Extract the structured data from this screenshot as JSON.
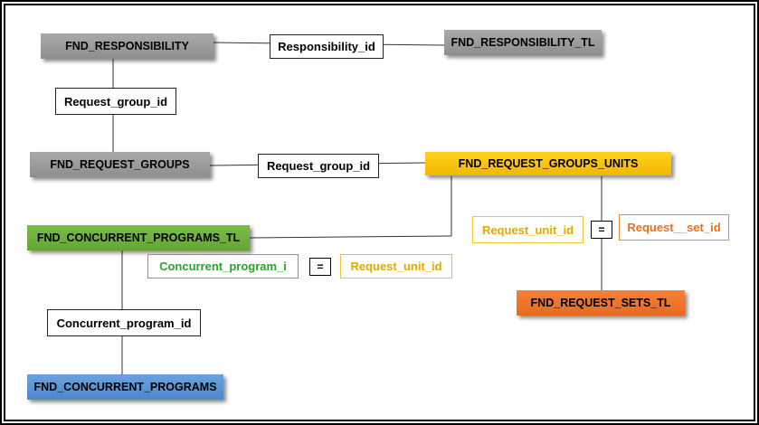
{
  "tables": {
    "fnd_responsibility": "FND_RESPONSIBILITY",
    "fnd_responsibility_tl": "FND_RESPONSIBILITY_TL",
    "fnd_request_groups": "FND_REQUEST_GROUPS",
    "fnd_request_groups_units": "FND_REQUEST_GROUPS_UNITS",
    "fnd_concurrent_programs_tl": "FND_CONCURRENT_PROGRAMS_TL",
    "fnd_request_sets_tl": "FND_REQUEST_SETS_TL",
    "fnd_concurrent_programs": "FND_CONCURRENT_PROGRAMS"
  },
  "joins": {
    "responsibility_id": "Responsibility_id",
    "request_group_id_vertical": "Request_group_id",
    "request_group_id_horizontal": "Request_group_id",
    "concurrent_program_id": "Concurrent_program_id"
  },
  "conditions": {
    "program": {
      "left": "Concurrent_program_i",
      "operator": "=",
      "right": "Request_unit_id"
    },
    "request_set": {
      "left": "Request_unit_id",
      "operator": "=",
      "right": "Request__set_id"
    }
  },
  "colors": {
    "grey": "#999999",
    "gold": "#ffc000",
    "green": "#70ad47",
    "orange": "#ed7d31",
    "blue": "#5b9bd5"
  }
}
